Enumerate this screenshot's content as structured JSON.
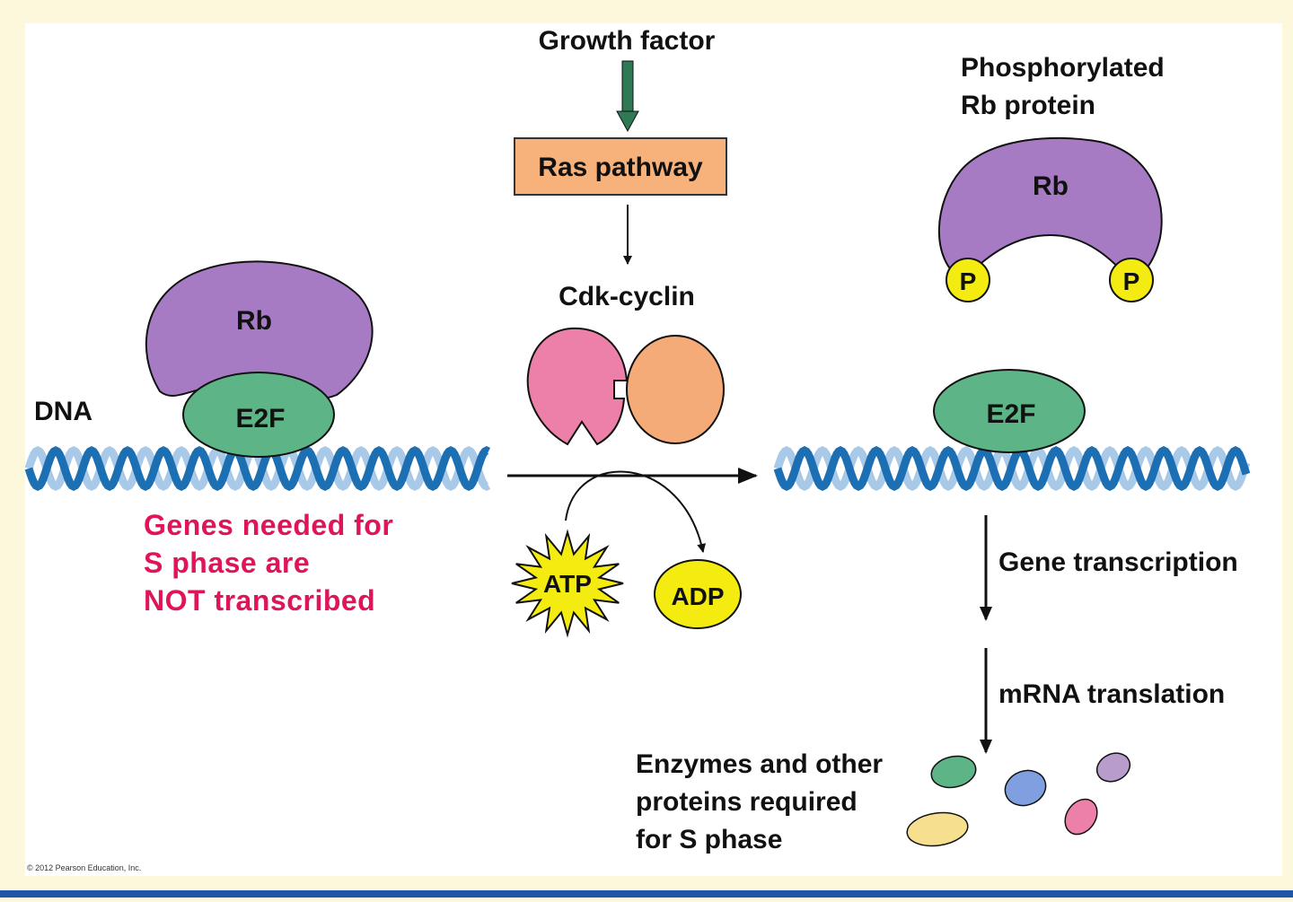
{
  "labels": {
    "growth_factor": "Growth factor",
    "ras_pathway": "Ras pathway",
    "cdk_cyclin": "Cdk-cyclin",
    "phosphorylated_line1": "Phosphorylated",
    "phosphorylated_line2": "Rb protein",
    "rb_left": "Rb",
    "rb_right": "Rb",
    "e2f_left": "E2F",
    "e2f_right": "E2F",
    "dna": "DNA",
    "p_left": "P",
    "p_right": "P",
    "atp": "ATP",
    "adp": "ADP",
    "genes_line1": "Genes needed for",
    "genes_line2": "S phase are",
    "genes_line3": "NOT transcribed",
    "gene_transcription": "Gene transcription",
    "mrna_translation": "mRNA translation",
    "enzymes_line1": "Enzymes and other",
    "enzymes_line2": "proteins required",
    "enzymes_line3": "for S phase",
    "credit": "© 2012 Pearson Education, Inc."
  },
  "colors": {
    "page_background": "#fdf8dc",
    "panel_background": "#ffffff",
    "bottom_bar": "#1f56a8",
    "rb_purple": "#a77bc4",
    "e2f_green": "#5cb487",
    "cdk_pink": "#ec80a8",
    "cyclin_orange": "#f5ab78",
    "ras_box": "#f7b17a",
    "phosphate_yellow": "#f4ec10",
    "dna_dark": "#1d6fb3",
    "dna_light": "#a9c9e8",
    "growth_arrow": "#2f7a55",
    "warning_text": "#e0145a"
  },
  "icons": {
    "atp": "starburst-icon",
    "proteins": "protein-blob-icon"
  }
}
